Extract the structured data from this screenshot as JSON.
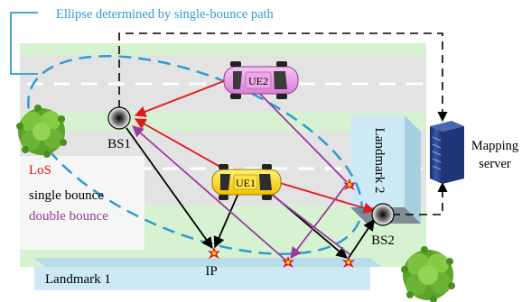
{
  "callout": {
    "text": "Ellipse determined by single-bounce path",
    "color": "#2E9BD6"
  },
  "nodes": {
    "bs1": "BS1",
    "bs2": "BS2",
    "ue1": "UE1",
    "ue2": "UE2",
    "ip": "IP",
    "server_line1": "Mapping",
    "server_line2": "server",
    "landmark1": "Landmark 1",
    "landmark2": "Landmark 2"
  },
  "legend": {
    "los": {
      "label": "LoS",
      "color": "#E8141B"
    },
    "single": {
      "label": "single bounce",
      "color": "#000000"
    },
    "double": {
      "label": "double bounce",
      "color": "#9B3A9E"
    }
  },
  "colors": {
    "road": "#E3E3E3",
    "grass": "#D6F2D1",
    "building": "#CDE9F6",
    "ellipse": "#2E9BD6",
    "car_ue1": "#F4D500",
    "car_ue2": "#E79BE4"
  },
  "icons": [
    "tree-icon",
    "car-icon",
    "server-icon",
    "antenna-icon",
    "reflection-burst-icon"
  ]
}
